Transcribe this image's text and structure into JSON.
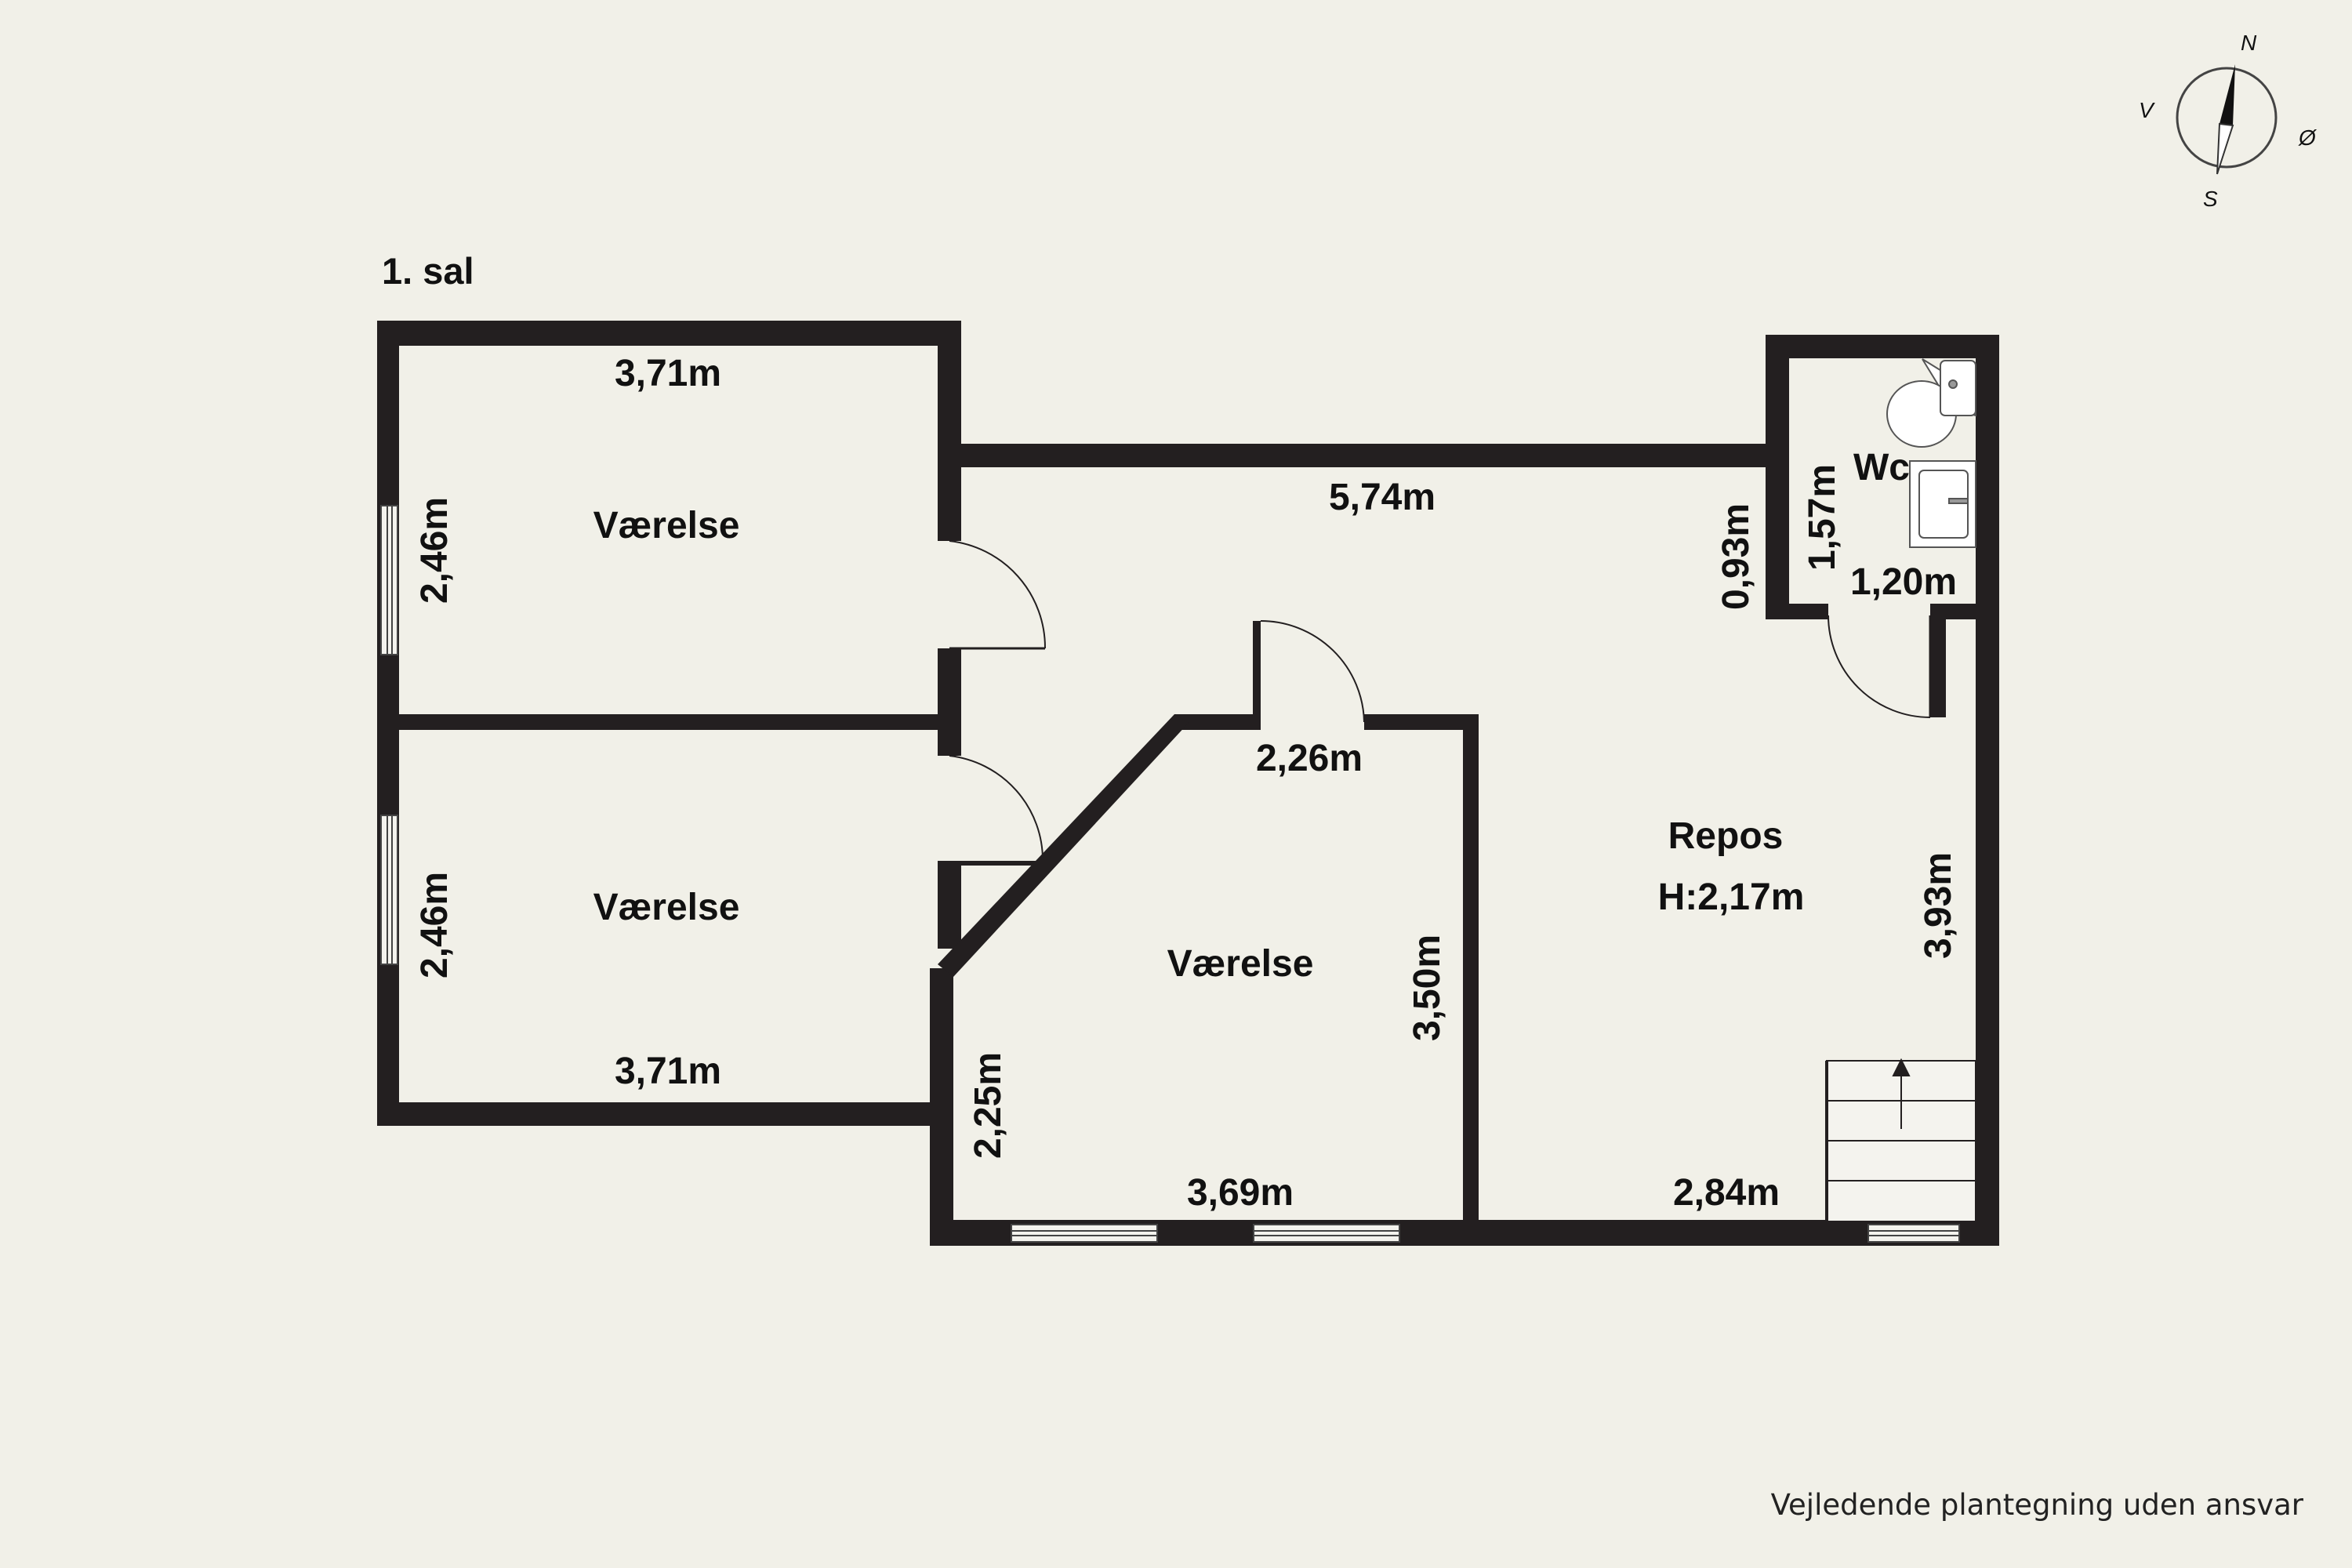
{
  "floor_label": "1. sal",
  "disclaimer": "Vejledende plantegning uden ansvar",
  "compass": {
    "north": "N",
    "south": "S",
    "east": "Ø",
    "west": "V"
  },
  "rooms": {
    "bedroom_top": {
      "name": "Værelse",
      "width": "3,71m",
      "height": "2,46m"
    },
    "bedroom_bottom": {
      "name": "Værelse",
      "width": "3,71m",
      "height": "2,46m"
    },
    "bedroom_middle": {
      "name": "Værelse",
      "top_width": "2,26m",
      "bottom_width": "3,69m",
      "left_height": "2,25m",
      "right_height": "3,50m"
    },
    "landing": {
      "name": "Repos",
      "ceiling": "H:2,17m",
      "width_top": "5,74m",
      "height_right": "3,93m",
      "width_bottom": "2,84m",
      "height_left_upper": "0,93m"
    },
    "wc": {
      "name": "Wc",
      "height": "1,57m",
      "width": "1,20m"
    }
  },
  "colors": {
    "background": "#f1f0e8",
    "wall": "#231f20"
  }
}
